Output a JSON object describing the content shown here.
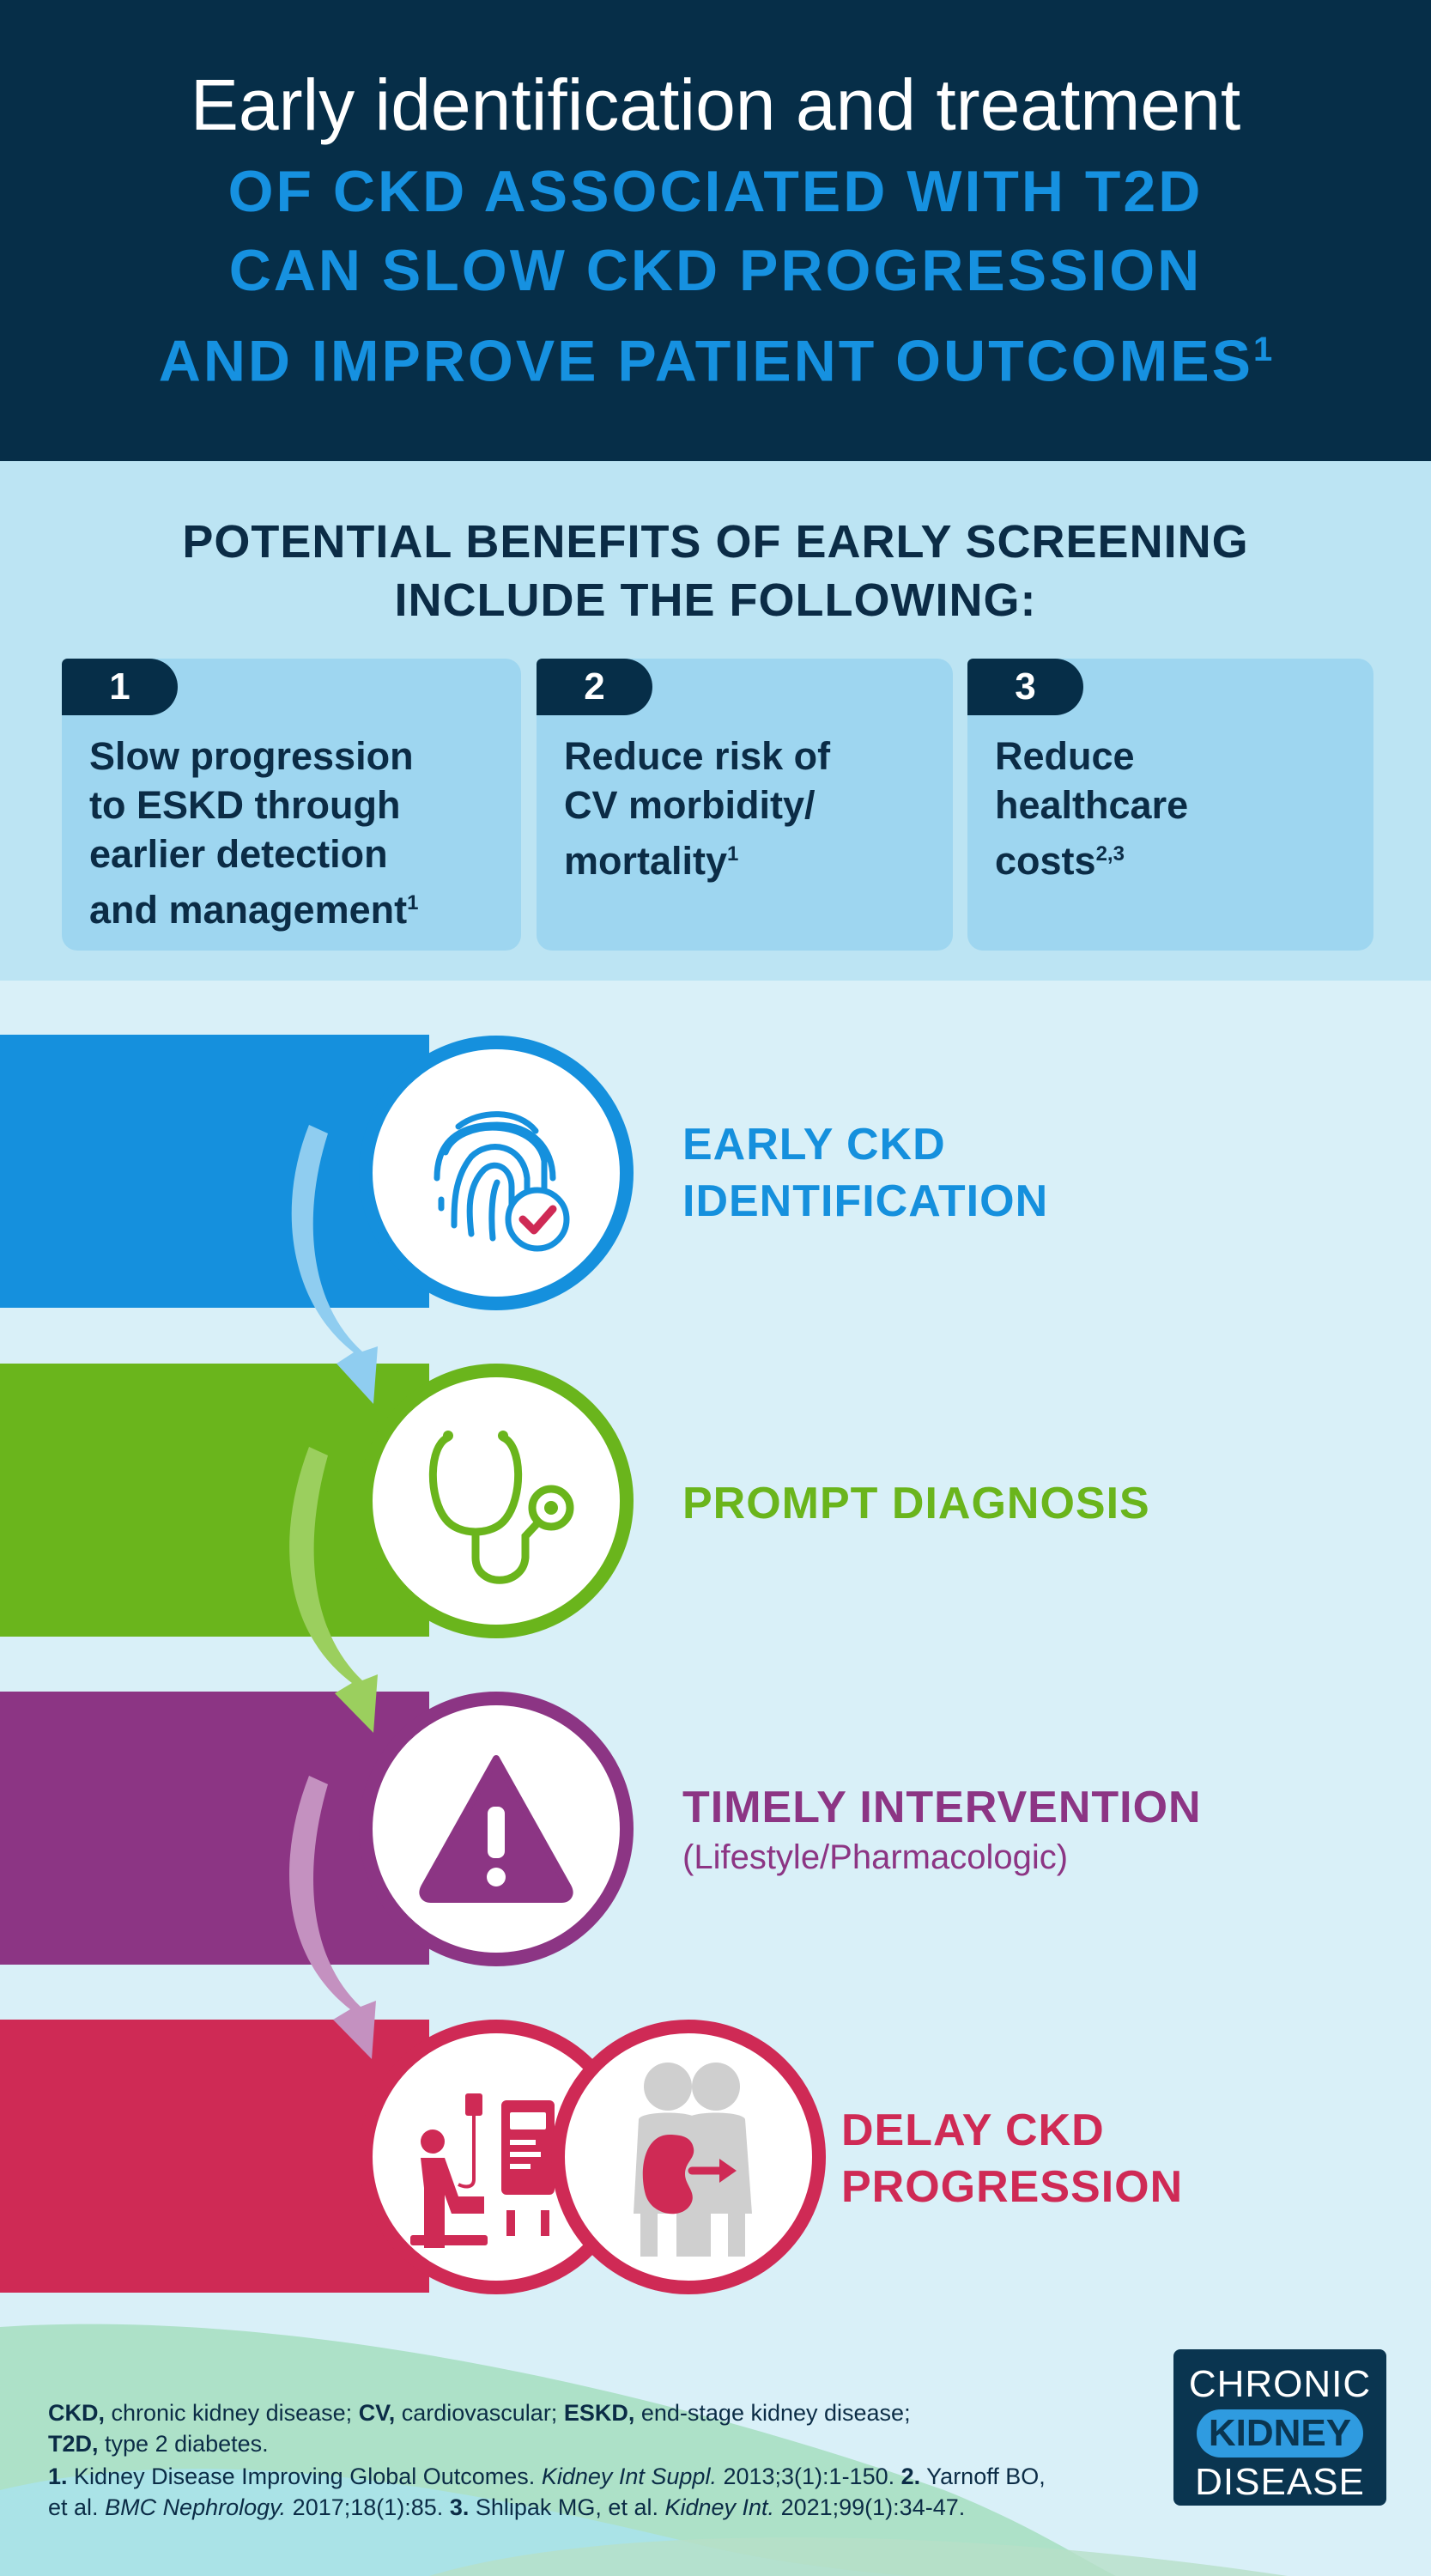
{
  "header": {
    "line1": "Early identification and treatment",
    "line2": "OF CKD ASSOCIATED WITH T2D",
    "line3": "CAN SLOW CKD PROGRESSION",
    "line4": "AND IMPROVE PATIENT OUTCOMES",
    "line4_ref": "1"
  },
  "benefits": {
    "title_line1": "POTENTIAL BENEFITS OF EARLY SCREENING",
    "title_line2": "INCLUDE THE FOLLOWING:",
    "cards": [
      {
        "num": "1",
        "lines": [
          "Slow progression",
          "to ESKD through",
          "earlier detection",
          "and management"
        ],
        "ref": "1"
      },
      {
        "num": "2",
        "lines": [
          "Reduce risk of",
          "CV morbidity/",
          "mortality"
        ],
        "ref": "1"
      },
      {
        "num": "3",
        "lines": [
          "Reduce",
          "healthcare",
          "costs"
        ],
        "ref": "2,3"
      }
    ]
  },
  "steps": [
    {
      "label_line1": "EARLY CKD",
      "label_line2": "IDENTIFICATION",
      "icon": "fingerprint-check-icon",
      "color": "#1590dd"
    },
    {
      "label_line1": "PROMPT DIAGNOSIS",
      "icon": "stethoscope-icon",
      "color": "#6ab51c"
    },
    {
      "label_line1": "TIMELY INTERVENTION",
      "sub": "(Lifestyle/Pharmacologic)",
      "icon": "warning-icon",
      "color": "#8c3584"
    },
    {
      "label_line1": "DELAY CKD",
      "label_line2": "PROGRESSION",
      "icon": "dialysis-kidney-icon",
      "color": "#cf2a55"
    }
  ],
  "footer": {
    "abbr": [
      {
        "term": "CKD,",
        "def": "chronic kidney disease;"
      },
      {
        "term": "CV,",
        "def": "cardiovascular;"
      },
      {
        "term": "ESKD,",
        "def": "end-stage kidney disease;"
      },
      {
        "term": "T2D,",
        "def": "type 2 diabetes."
      }
    ],
    "refs": {
      "r1_num": "1.",
      "r1_text": "Kidney Disease Improving Global Outcomes.",
      "r1_journal": "Kidney Int Suppl.",
      "r1_cite": "2013;3(1):1-150.",
      "r2_num": "2.",
      "r2_text": "Yarnoff BO,",
      "r2_text2": "et al.",
      "r2_journal": "BMC Nephrology.",
      "r2_cite": "2017;18(1):85.",
      "r3_num": "3.",
      "r3_text": "Shlipak MG, et al.",
      "r3_journal": "Kidney Int.",
      "r3_cite": "2021;99(1):34-47."
    }
  },
  "logo": {
    "line1": "CHRONIC",
    "line2": "KIDNEY",
    "line3": "DISEASE"
  }
}
